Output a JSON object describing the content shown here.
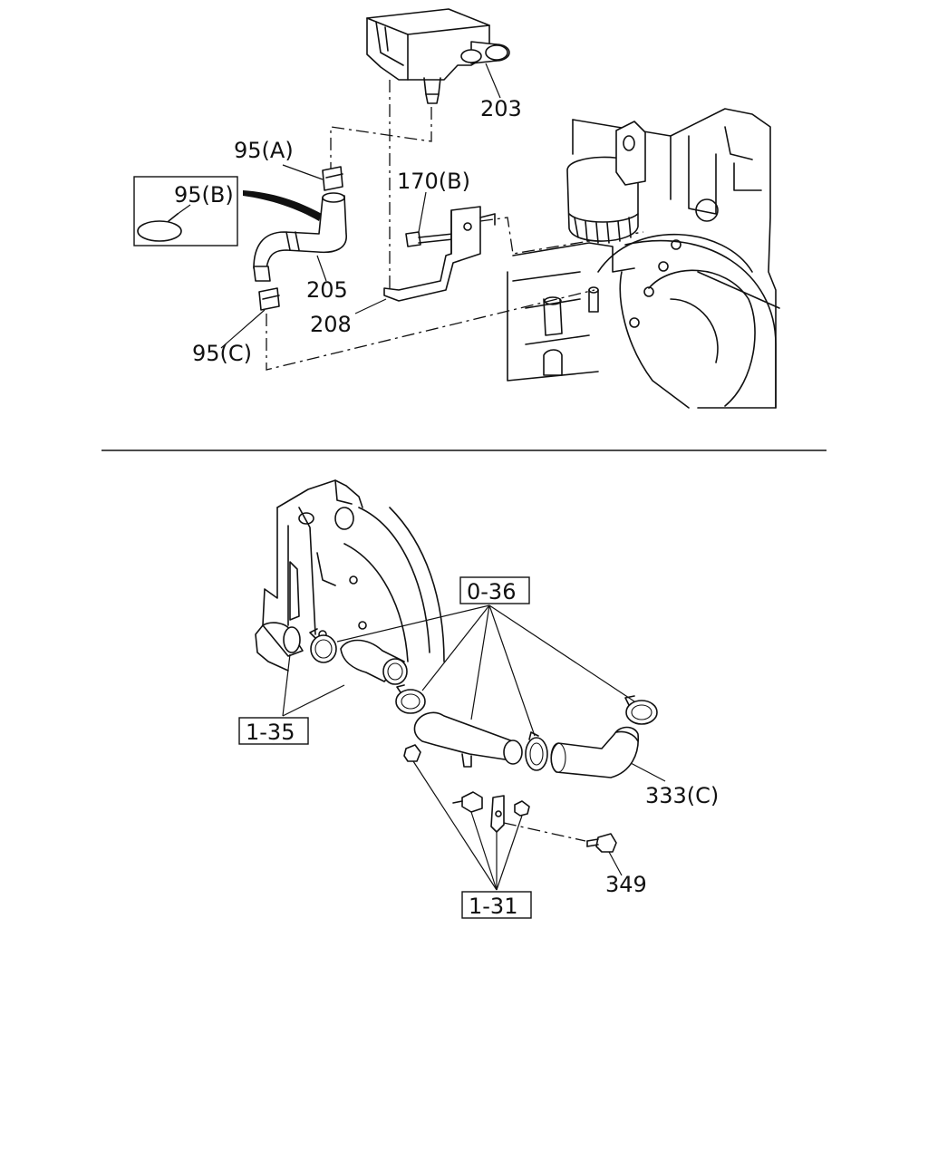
{
  "labels": {
    "p203": "203",
    "p95a": "95(A)",
    "p95b": "95(B)",
    "p170b": "170(B)",
    "p205": "205",
    "p208": "208",
    "p95c": "95(C)",
    "p036": "0-36",
    "p135": "1-35",
    "p131": "1-31",
    "p333c": "333(C)",
    "p349": "349"
  }
}
